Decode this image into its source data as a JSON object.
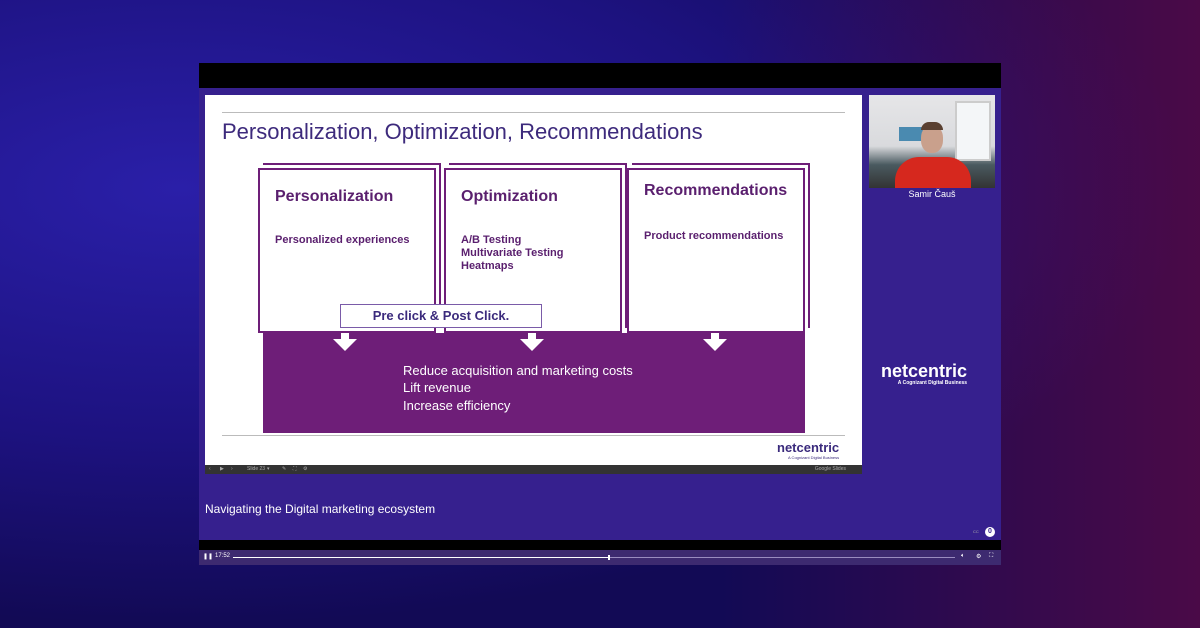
{
  "slide": {
    "title": "Personalization, Optimization, Recommendations",
    "cards": [
      {
        "heading": "Personalization",
        "items": [
          "Personalized experiences"
        ]
      },
      {
        "heading": "Optimization",
        "items": [
          "A/B Testing",
          "Multivariate Testing",
          "Heatmaps"
        ]
      },
      {
        "heading": "Recommendations",
        "items": [
          "Product recommendations"
        ]
      }
    ],
    "banner": "Pre click & Post Click.",
    "outcomes": [
      "Reduce acquisition and marketing costs",
      "Lift revenue",
      "Increase efficiency"
    ],
    "logo": "netcentric",
    "logo_sub": "A Cognizant Digital Business"
  },
  "slides_bar": {
    "slide_label": "Slide 23",
    "brand": "Google Slides"
  },
  "presenter": {
    "name": "Samir Čauš"
  },
  "player_logo": {
    "name": "netcentric",
    "sub": "A Cognizant Digital Business"
  },
  "caption": "Navigating the Digital marketing ecosystem",
  "badge": "0",
  "cc": "CC",
  "controls": {
    "time": "17:52",
    "progress": 0.52
  }
}
